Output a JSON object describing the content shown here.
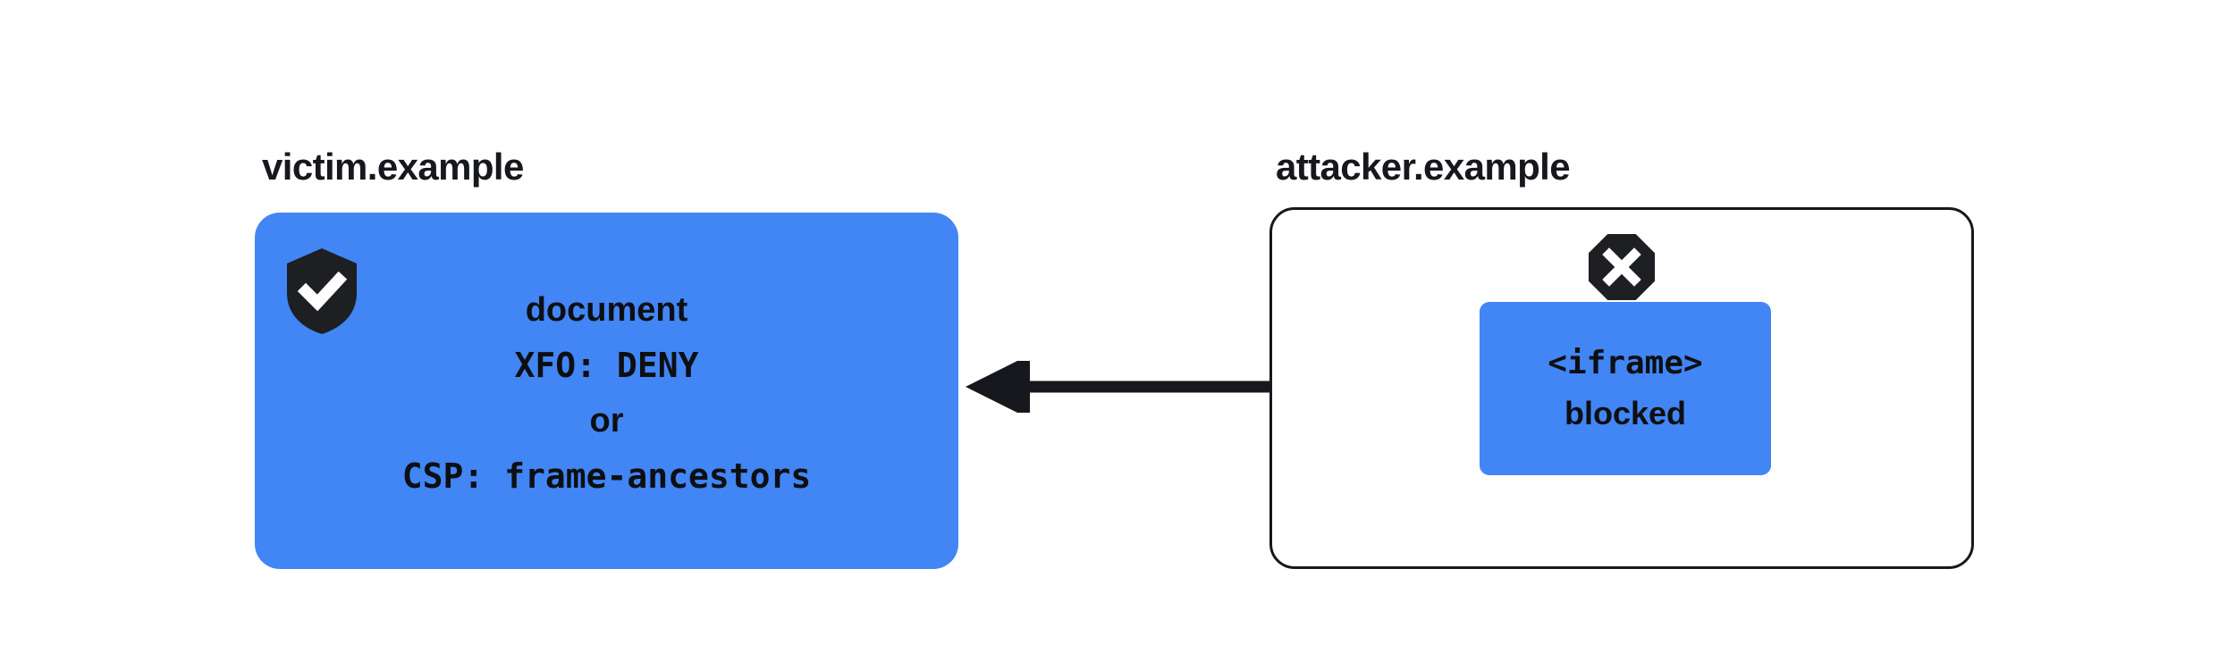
{
  "diagram": {
    "title_hidden": "",
    "background": "#ffffff",
    "accent_blue": "#4285f4",
    "ink": "#16181d"
  },
  "victim": {
    "label": "victim.example",
    "icon": "shield-check-icon",
    "lines": [
      {
        "text": "document",
        "style": "sans"
      },
      {
        "text": "XFO: DENY",
        "style": "mono"
      },
      {
        "text": "or",
        "style": "sans"
      },
      {
        "text": "CSP: frame-ancestors",
        "style": "mono"
      }
    ],
    "fill": "#4285f4"
  },
  "attacker": {
    "label": "attacker.example",
    "icon": "octagon-x-icon",
    "border_color": "#16181d",
    "iframe": {
      "tag": "<iframe>",
      "status": "blocked",
      "fill": "#4285f4"
    }
  },
  "arrow": {
    "direction": "left",
    "color": "#16181d",
    "meaning": "framing-request-blocked"
  }
}
